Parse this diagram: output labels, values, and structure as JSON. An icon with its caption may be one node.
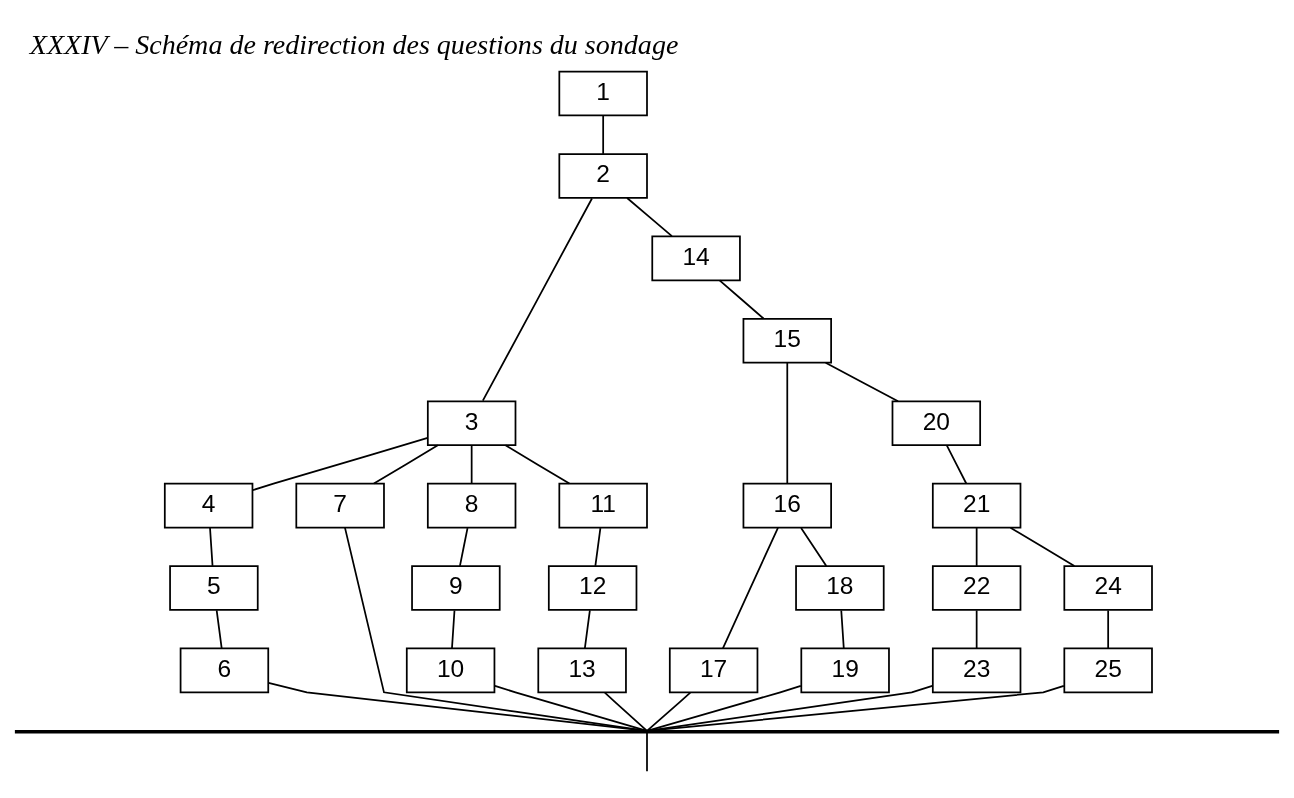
{
  "diagram": {
    "title": "XXXIV – Schéma de redirection des questions du sondage",
    "nodes": [
      {
        "text": [
          "1"
        ]
      },
      {
        "text": [
          "2"
        ]
      },
      {
        "text": [
          "3"
        ]
      },
      {
        "text": [
          "4"
        ]
      },
      {
        "text": [
          "5"
        ]
      },
      {
        "text": [
          "6"
        ]
      },
      {
        "text": [
          "7"
        ]
      },
      {
        "text": [
          "8"
        ]
      },
      {
        "text": [
          "9"
        ]
      },
      {
        "text": [
          "10"
        ]
      },
      {
        "text": [
          "11"
        ]
      },
      {
        "text": [
          "12"
        ]
      },
      {
        "text": [
          "13"
        ]
      },
      {
        "text": [
          "14"
        ]
      },
      {
        "text": [
          "15"
        ]
      },
      {
        "text": [
          "16"
        ]
      },
      {
        "text": [
          "17"
        ]
      },
      {
        "text": [
          "18"
        ]
      },
      {
        "text": [
          "19"
        ]
      },
      {
        "text": [
          "20"
        ]
      },
      {
        "text": [
          "21"
        ]
      },
      {
        "text": [
          "22"
        ]
      },
      {
        "text": [
          "23"
        ]
      },
      {
        "text": [
          "24"
        ]
      },
      {
        "text": [
          "25"
        ]
      },
      {
        "text": [],
        "shape": "bar"
      }
    ],
    "edges": [
      {
        "from": 0,
        "to": 1,
        "arrow": "none"
      },
      {
        "from": 1,
        "to": 2,
        "arrow": "none"
      },
      {
        "from": 1,
        "to": 13,
        "arrow": "none"
      },
      {
        "from": 2,
        "to": 3,
        "arrow": "none"
      },
      {
        "from": 2,
        "to": 6,
        "arrow": "none"
      },
      {
        "from": 2,
        "to": 7,
        "arrow": "none"
      },
      {
        "from": 2,
        "to": 10,
        "arrow": "none"
      },
      {
        "from": 3,
        "to": 4,
        "arrow": "none"
      },
      {
        "from": 4,
        "to": 5,
        "arrow": "none"
      },
      {
        "from": 7,
        "to": 8,
        "arrow": "none"
      },
      {
        "from": 8,
        "to": 9,
        "arrow": "none"
      },
      {
        "from": 10,
        "to": 11,
        "arrow": "none"
      },
      {
        "from": 11,
        "to": 12,
        "arrow": "none"
      },
      {
        "from": 13,
        "to": 14,
        "arrow": "none"
      },
      {
        "from": 14,
        "to": 15,
        "arrow": "none"
      },
      {
        "from": 14,
        "to": 19,
        "arrow": "none"
      },
      {
        "from": 15,
        "to": 16,
        "arrow": "none"
      },
      {
        "from": 15,
        "to": 17,
        "arrow": "none"
      },
      {
        "from": 17,
        "to": 18,
        "arrow": "none"
      },
      {
        "from": 19,
        "to": 20,
        "arrow": "none"
      },
      {
        "from": 20,
        "to": 21,
        "arrow": "none"
      },
      {
        "from": 20,
        "to": 23,
        "arrow": "none"
      },
      {
        "from": 21,
        "to": 22,
        "arrow": "none"
      },
      {
        "from": 23,
        "to": 24,
        "arrow": "none"
      },
      {
        "from": 5,
        "to": 25,
        "arrow": "none"
      },
      {
        "from": 6,
        "to": 25,
        "arrow": "none"
      },
      {
        "from": 9,
        "to": 25,
        "arrow": "none"
      },
      {
        "from": 12,
        "to": 25,
        "arrow": "none"
      },
      {
        "from": 16,
        "to": 25,
        "arrow": "none"
      },
      {
        "from": 18,
        "to": 25,
        "arrow": "none"
      },
      {
        "from": 22,
        "to": 25,
        "arrow": "none"
      },
      {
        "from": 24,
        "to": 25,
        "arrow": "none"
      },
      {
        "from": 25,
        "to": null,
        "arrow": "none"
      }
    ]
  }
}
